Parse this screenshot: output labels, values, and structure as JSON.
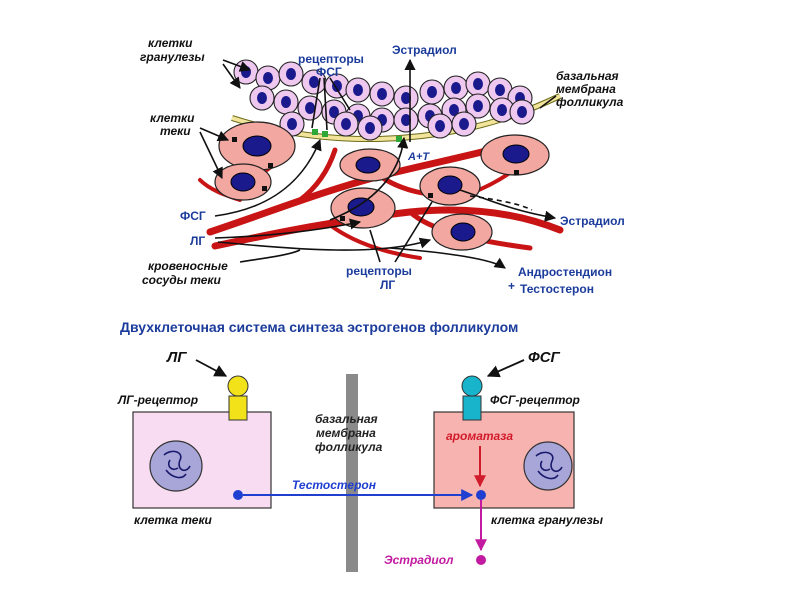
{
  "top_diagram": {
    "label_granulosa_cells": [
      "клетки",
      "гранулезы"
    ],
    "label_fsh_receptors": [
      "рецепторы",
      "ФСГ"
    ],
    "label_estradiol_top": "Эстрадиол",
    "label_basal_membrane": [
      "базальная",
      "мембрана",
      "фолликула"
    ],
    "label_theca_cells": [
      "клетки",
      "теки"
    ],
    "label_a_t": "А+Т",
    "label_fsh": "ФСГ",
    "label_lh": "ЛГ",
    "label_estradiol_right": "Эстрадиол",
    "label_blood_vessels": [
      "кровеносные",
      "сосуды теки"
    ],
    "label_lh_receptors": [
      "рецепторы",
      "ЛГ"
    ],
    "label_androstenedione": "Андростендион",
    "label_plus": "+",
    "label_testosterone": "Тестостерон"
  },
  "bottom_diagram": {
    "title": "Двухклеточная система синтеза эстрогенов фолликулом",
    "label_lh": "ЛГ",
    "label_fsh": "ФСГ",
    "label_lh_receptor": "ЛГ-рецептор",
    "label_fsh_receptor": "ФСГ-рецептор",
    "label_basal_membrane": [
      "базальная",
      "мембрана",
      "фолликула"
    ],
    "label_aromatase": "ароматаза",
    "label_testosterone": "Тестостерон",
    "label_theca_cell": "клетка теки",
    "label_granulosa_cell": "клетка гранулезы",
    "label_estradiol": "Эстрадиол"
  },
  "colors": {
    "label_blue": "#1c3c9c",
    "text_black": "#111111",
    "granulosa_fill": "#efc8ef",
    "theca_fill": "#f2a7a0",
    "nucleus_fill": "#1a1a8c",
    "vessel_red": "#c81414",
    "membrane_yellow": "#f2e49a",
    "theca_box_fill": "#f8dcf2",
    "granulosa_box_fill": "#f7b3b0",
    "arrow_blue": "#1f3fd0",
    "aromatase_red": "#d11a2a",
    "estradiol_magenta": "#c21aa0",
    "lh_receptor_yellow": "#f2e21a",
    "fsh_receptor_cyan": "#18b4cc",
    "membrane_bar_gray": "#8a8a8a"
  }
}
